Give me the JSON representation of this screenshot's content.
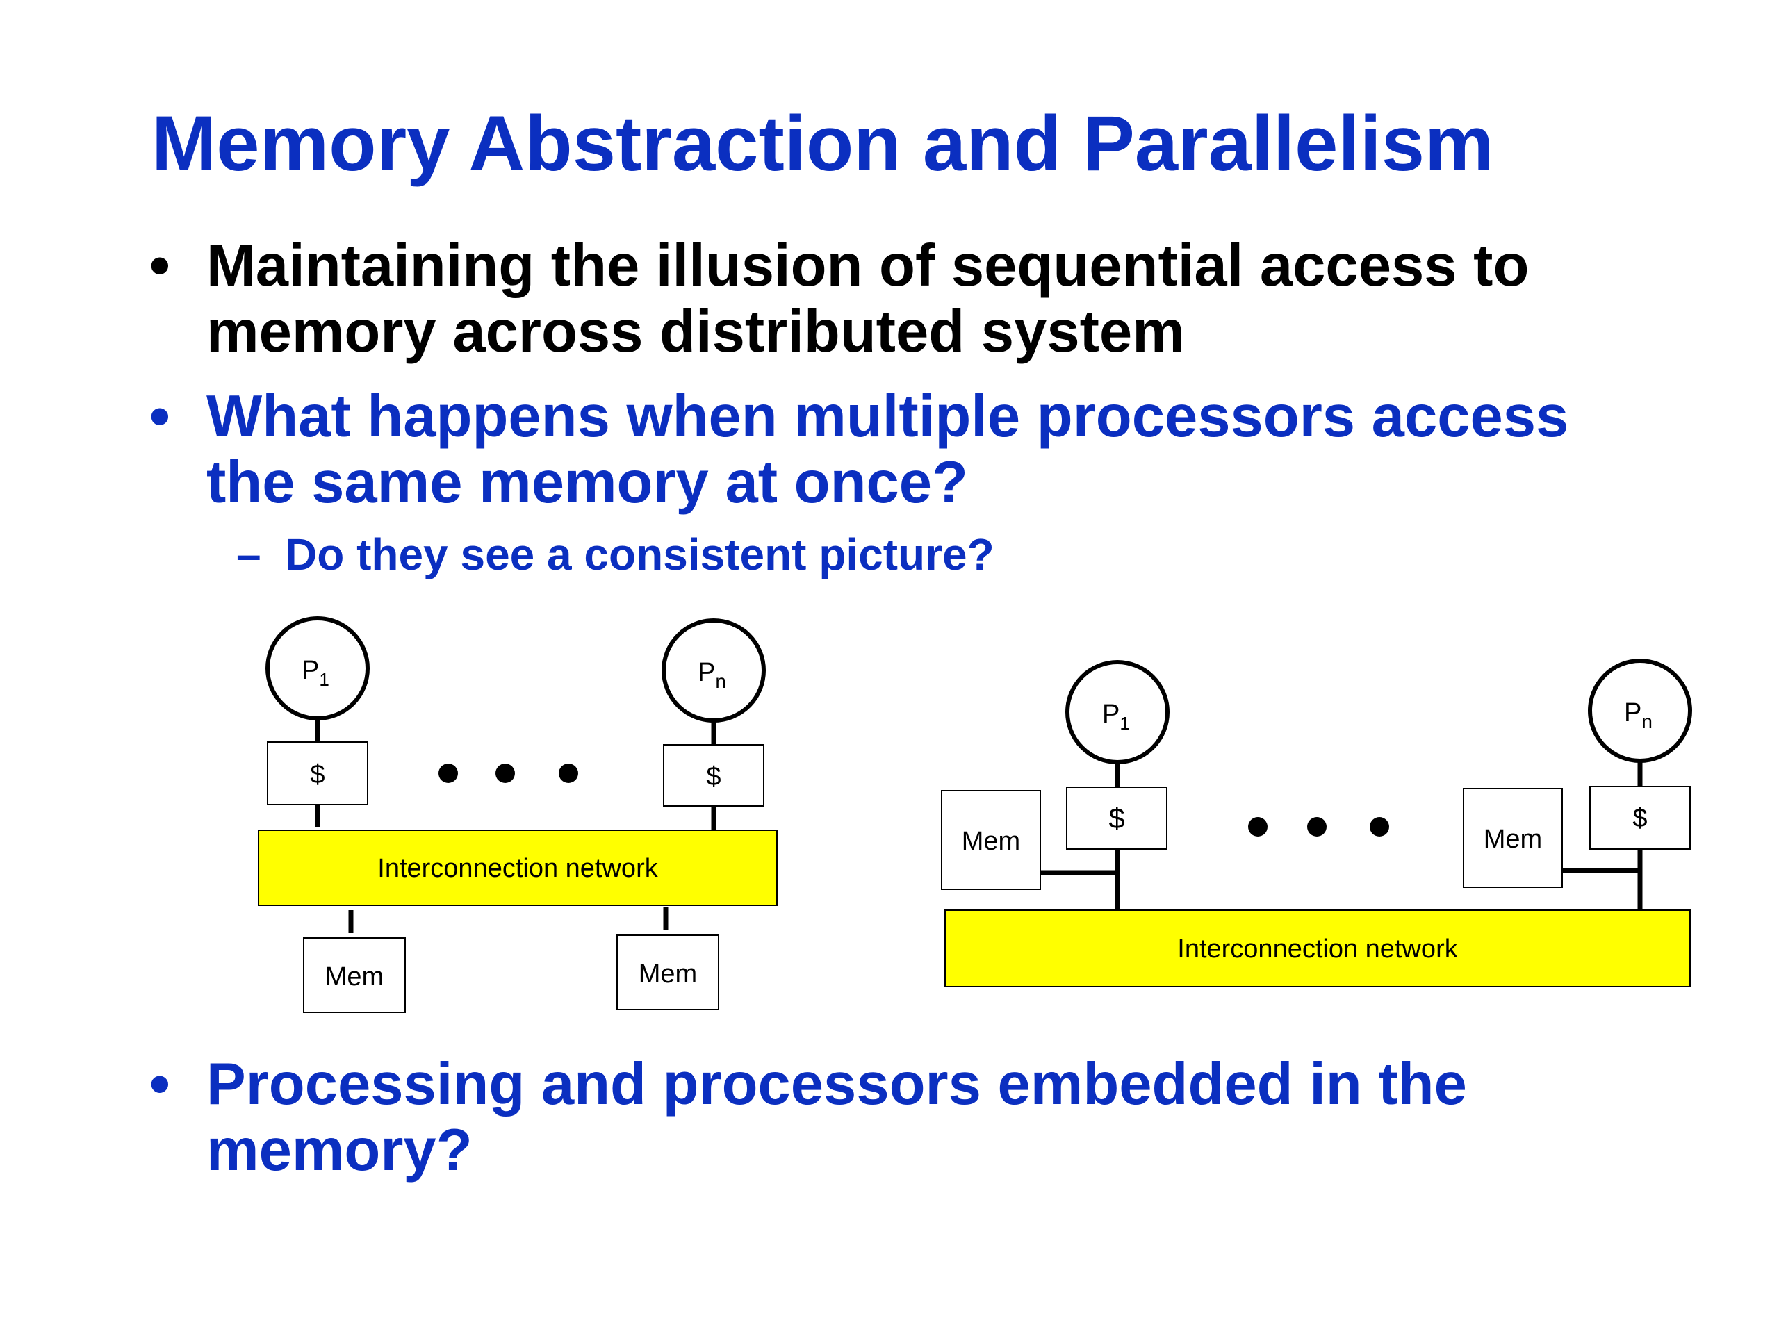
{
  "slide": {
    "title": "Memory Abstraction and Parallelism",
    "bullets": [
      {
        "marker": "•",
        "lines": [
          "Maintaining the illusion of sequential access to",
          "memory across distributed system"
        ]
      },
      {
        "marker": "•",
        "lines": [
          "What happens when multiple processors access",
          "the same memory at once?"
        ]
      },
      {
        "marker": "•",
        "lines": [
          "Processing and processors embedded in the",
          "memory?"
        ]
      }
    ],
    "sub_bullet": {
      "marker": "–",
      "text": "Do they see a consistent picture?"
    }
  },
  "diagram_left": {
    "processor_first": "P",
    "processor_first_sub": "1",
    "processor_last": "P",
    "processor_last_sub": "n",
    "cache_label": "$",
    "network_label": "Interconnection network",
    "memory_label": "Mem",
    "colors": {
      "network_fill": "#ffff00"
    }
  },
  "diagram_right": {
    "processor_first": "P",
    "processor_first_sub": "1",
    "processor_last": "P",
    "processor_last_sub": "n",
    "cache_label": "$",
    "network_label": "Interconnection network",
    "memory_label": "Mem",
    "colors": {
      "network_fill": "#ffff00"
    }
  }
}
